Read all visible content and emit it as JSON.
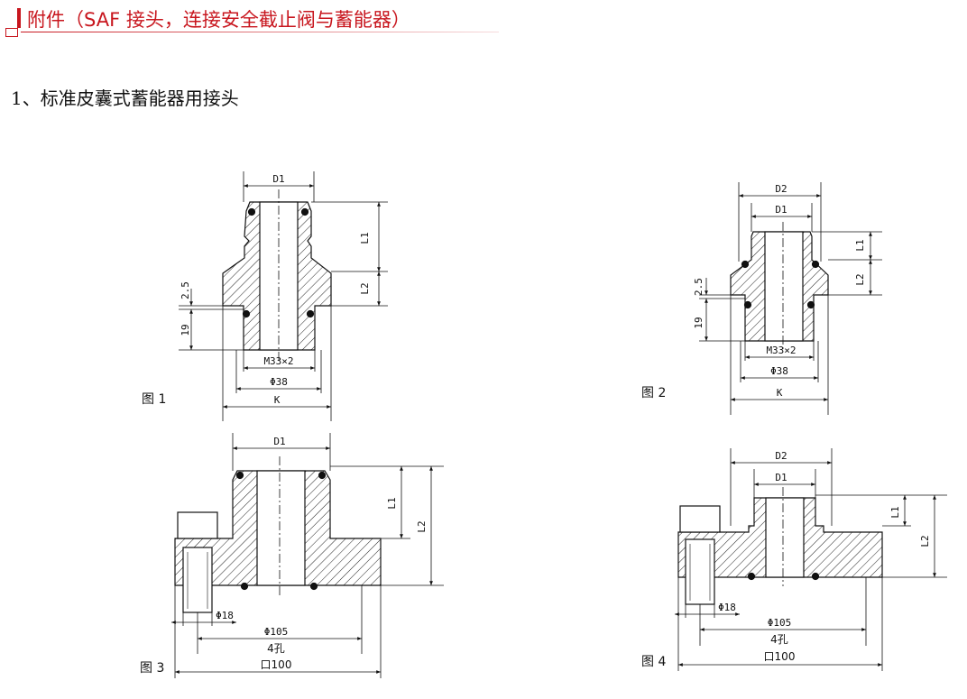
{
  "header": {
    "title": "附件（SAF 接头，连接安全截止阀与蓄能器）",
    "accent": "#c8161e"
  },
  "section": {
    "title": "1、标准皮囊式蓄能器用接头"
  },
  "figures": [
    {
      "label": "图 1",
      "dims": {
        "d1": "D1",
        "l1": "L1",
        "l2": "L2",
        "v25": "2.5",
        "v19": "19",
        "thread": "M33×2",
        "phi38": "Φ38",
        "k": "K"
      }
    },
    {
      "label": "图 2",
      "dims": {
        "d2": "D2",
        "d1": "D1",
        "l1": "L1",
        "l2": "L2",
        "v25": "2.5",
        "v19": "19",
        "thread": "M33×2",
        "phi38": "Φ38",
        "k": "K"
      }
    },
    {
      "label": "图 3",
      "dims": {
        "d1": "D1",
        "l1": "L1",
        "l2": "L2",
        "phi18": "Φ18",
        "phi105": "Φ105",
        "holes": "4孔",
        "sq100": "口100"
      }
    },
    {
      "label": "图 4",
      "dims": {
        "d2": "D2",
        "d1": "D1",
        "l1": "L1",
        "l2": "L2",
        "phi18": "Φ18",
        "phi105": "Φ105",
        "holes": "4孔",
        "sq100": "口100"
      }
    }
  ]
}
